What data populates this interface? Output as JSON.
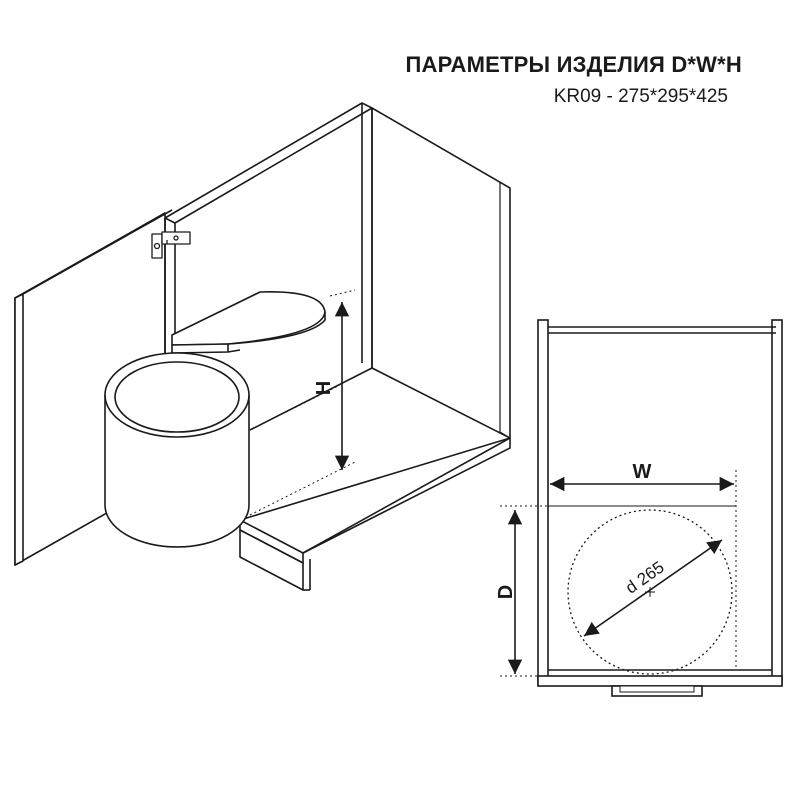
{
  "header": {
    "title": "ПАРАМЕТРЫ ИЗДЕЛИЯ D*W*H",
    "model_dims": "KR09 - 275*295*425"
  },
  "labels": {
    "height": "H",
    "width": "W",
    "depth": "D",
    "diameter": "d 265"
  },
  "colors": {
    "line": "#1a1a1a",
    "fill": "#ffffff"
  }
}
